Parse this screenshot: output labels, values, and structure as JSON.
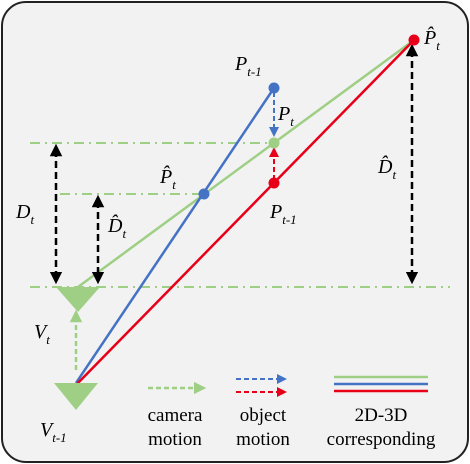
{
  "colors": {
    "green": "#9ecf84",
    "green_dark": "#84bd6a",
    "blue": "#4472c4",
    "red": "#e8001a",
    "frame_bg": "#f2f2f2",
    "frame_border": "#222222"
  },
  "labels": {
    "p_t1_top": "P",
    "p_t1_top_sub": "t-1",
    "p_t_mid": "P",
    "p_t_mid_sub": "t",
    "p_hat_top": "P̂",
    "p_hat_top_sub": "t",
    "p_hat_left": "P̂",
    "p_hat_left_sub": "t",
    "p_t1_bottom": "P",
    "p_t1_bottom_sub": "t-1",
    "d_t": "D",
    "d_t_sub": "t",
    "d_hat_left": "D̂",
    "d_hat_left_sub": "t",
    "d_hat_right": "D̂",
    "d_hat_right_sub": "t",
    "v_t": "V",
    "v_t_sub": "t",
    "v_t1": "V",
    "v_t1_sub": "t-1"
  },
  "legend": {
    "camera_line1": "camera",
    "camera_line2": "motion",
    "object_line1": "object",
    "object_line2": "motion",
    "corr_line1": "2D-3D",
    "corr_line2": "corresponding"
  }
}
